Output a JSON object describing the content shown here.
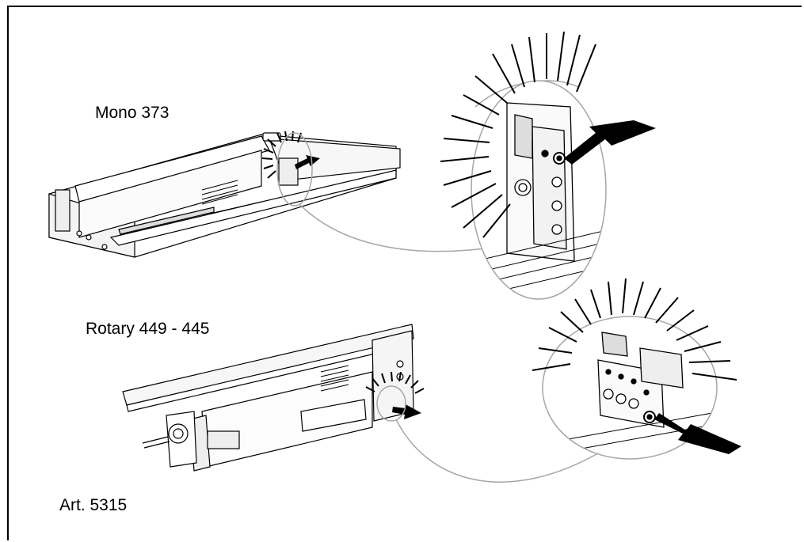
{
  "labels": {
    "mono": "Mono 373",
    "rotary": "Rotary 449 - 445",
    "article": "Art. 5315"
  },
  "icons": [
    "arrow-icon",
    "screw-icon",
    "burst-icon"
  ],
  "colors": {
    "line": "#000000",
    "zoom_outline": "#a6a6a6",
    "background": "#ffffff"
  }
}
